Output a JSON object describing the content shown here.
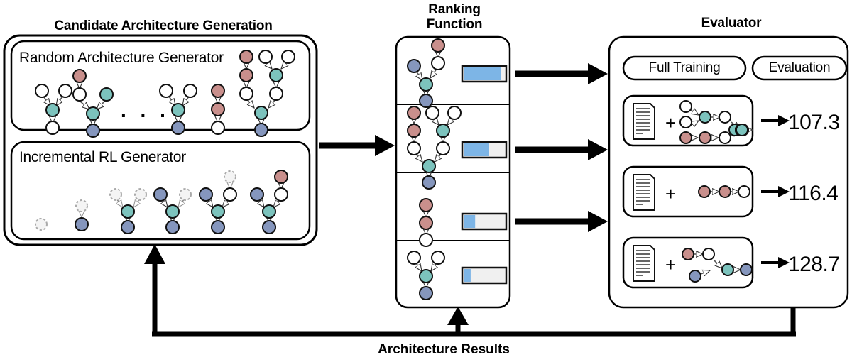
{
  "diagram": {
    "title_candidate": "Candidate Architecture Generation",
    "title_ranking": "Ranking\nFunction",
    "title_evaluator": "Evaluator",
    "feedback_label": "Architecture Results",
    "ellipsis": ". . ."
  },
  "candidate": {
    "random_generator_label": "Random Architecture Generator",
    "rl_generator_label": "Incremental RL Generator"
  },
  "evaluator": {
    "full_training_label": "Full Training",
    "evaluation_label": "Evaluation",
    "plus_symbol": "+",
    "rows": [
      {
        "score": "107.3"
      },
      {
        "score": "116.4"
      },
      {
        "score": "128.7"
      }
    ]
  },
  "ranking": {
    "panels": [
      {
        "bar_fill_pct": 90
      },
      {
        "bar_fill_pct": 62
      },
      {
        "bar_fill_pct": 28
      },
      {
        "bar_fill_pct": 17
      }
    ]
  },
  "colors": {
    "node_pink": "#c98f8c",
    "node_teal": "#7cc3bd",
    "node_blue": "#8596bd",
    "node_white": "#ffffff",
    "node_dashed": "#f2f2f2",
    "bar_fill": "#7db5e6",
    "bar_track": "#f0f0f0",
    "stroke": "#000000",
    "arrow": "#000000"
  }
}
